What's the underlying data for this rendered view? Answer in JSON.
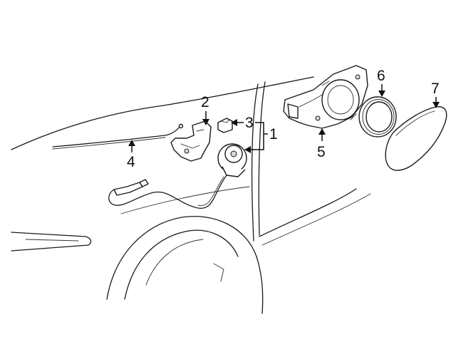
{
  "callouts": {
    "c1": "1",
    "c2": "2",
    "c3": "3",
    "c4": "4",
    "c5": "5",
    "c6": "6",
    "c7": "7"
  },
  "parts": [
    {
      "id": 1,
      "name": "fuel-door-actuator"
    },
    {
      "id": 2,
      "name": "release-bracket"
    },
    {
      "id": 3,
      "name": "actuator-clip"
    },
    {
      "id": 4,
      "name": "release-cable"
    },
    {
      "id": 5,
      "name": "filler-housing"
    },
    {
      "id": 6,
      "name": "filler-seal-ring"
    },
    {
      "id": 7,
      "name": "fuel-door"
    }
  ]
}
